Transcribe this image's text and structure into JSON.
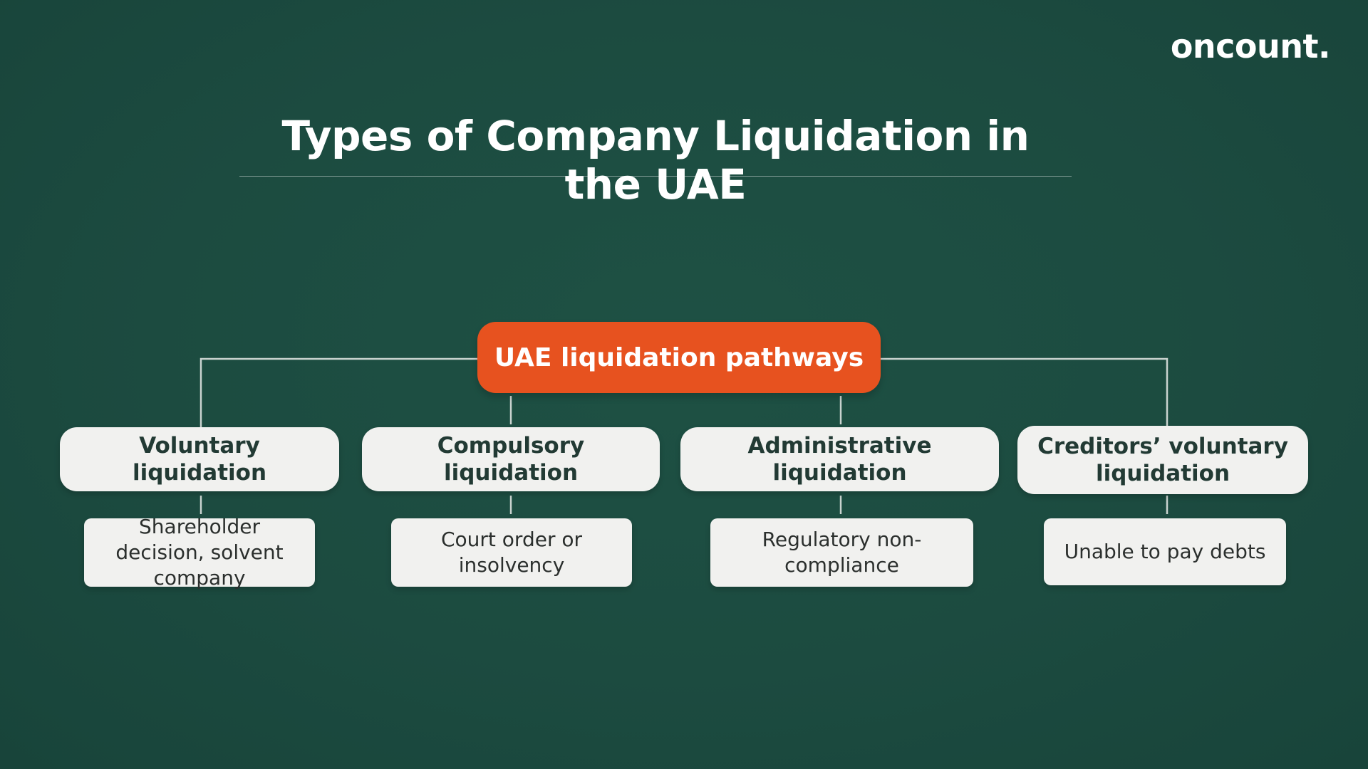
{
  "brand": {
    "logo_text": "oncount."
  },
  "title": "Types of Company Liquidation in the UAE",
  "root": {
    "label": "UAE liquidation pathways"
  },
  "branches": [
    {
      "type": "Voluntary liquidation",
      "description": "Shareholder decision, solvent company"
    },
    {
      "type": "Compulsory liquidation",
      "description": "Court order or insolvency"
    },
    {
      "type": "Administrative liquidation",
      "description": "Regulatory non-compliance"
    },
    {
      "type": "Creditors’ voluntary liquidation",
      "description": "Unable to pay debts"
    }
  ],
  "colors": {
    "background": "#1c4c41",
    "accent": "#e7521f",
    "box": "#f1f1ef",
    "connector": "#c9d3cf"
  }
}
